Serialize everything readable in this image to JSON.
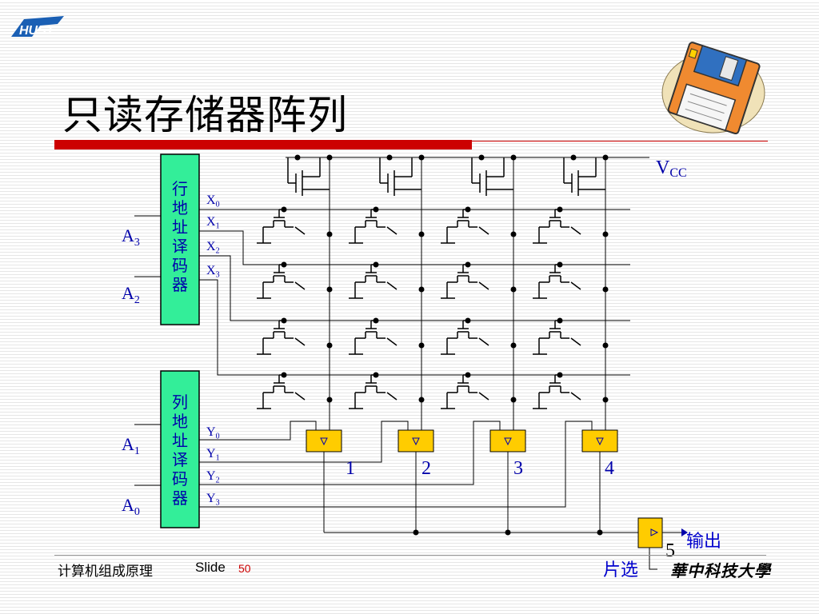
{
  "slide": {
    "title": "只读存储器阵列",
    "footer_course": "计算机组成原理",
    "footer_slide_label": "Slide",
    "footer_slide_number": "50",
    "university": "華中科技大學"
  },
  "diagram": {
    "vcc_main": "V",
    "vcc_sub": "CC",
    "row_decoder_label": "行地址译码器",
    "col_decoder_label": "列地址译码器",
    "row_inputs": [
      {
        "main": "A",
        "sub": "3"
      },
      {
        "main": "A",
        "sub": "2"
      }
    ],
    "col_inputs": [
      {
        "main": "A",
        "sub": "1"
      },
      {
        "main": "A",
        "sub": "0"
      }
    ],
    "row_outputs": [
      {
        "main": "X",
        "sub": "0"
      },
      {
        "main": "X",
        "sub": "1"
      },
      {
        "main": "X",
        "sub": "2"
      },
      {
        "main": "X",
        "sub": "3"
      }
    ],
    "col_outputs": [
      {
        "main": "Y",
        "sub": "0"
      },
      {
        "main": "Y",
        "sub": "1"
      },
      {
        "main": "Y",
        "sub": "2"
      },
      {
        "main": "Y",
        "sub": "3"
      }
    ],
    "buffer_numbers": [
      "1",
      "2",
      "3",
      "4"
    ],
    "output_buffer_number": "5",
    "output_label": "输出",
    "chip_select_label": "片选"
  },
  "colors": {
    "decoder_fill": "#33ee99",
    "buffer_fill": "#ffcc00",
    "accent_red": "#cc0000",
    "label_blue": "#0000aa",
    "cjk_label_blue": "#0000cc"
  }
}
